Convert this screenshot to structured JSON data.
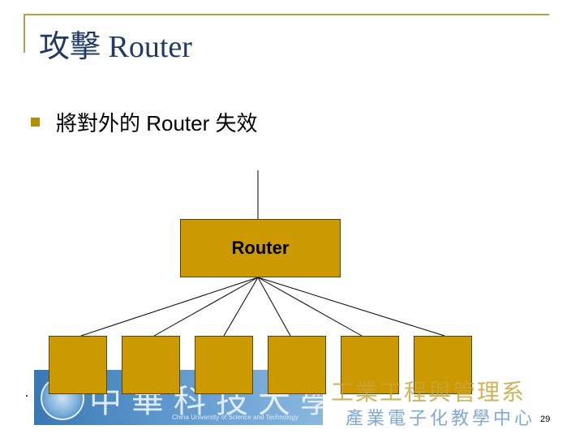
{
  "slide": {
    "title": "攻擊 Router",
    "bullet": "將對外的 Router 失效",
    "page_number": "29"
  },
  "diagram": {
    "router_label": "Router",
    "node_count": 6
  },
  "banner": {
    "school_cn": "中華科技大學",
    "school_en": "China University of Science and Technology",
    "dept": "工業工程與管理系",
    "center": "產業電子化教學中心"
  },
  "colors": {
    "accent": "#cc9900",
    "title": "#1f3a68",
    "frame": "#b8a040"
  }
}
